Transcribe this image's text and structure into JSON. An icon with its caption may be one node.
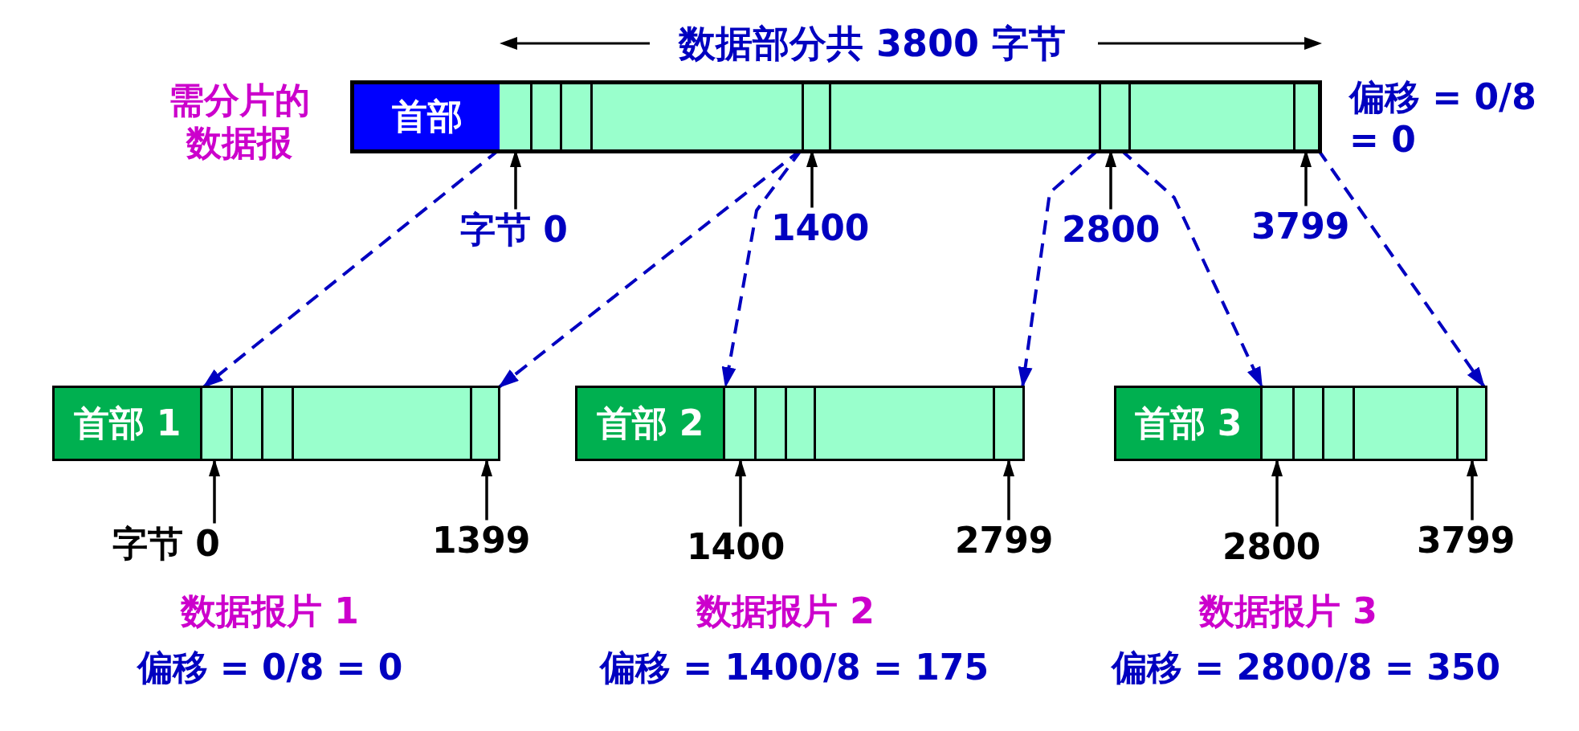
{
  "diagram": {
    "nodes": [
      {
        "text": [],
        "shape": "box",
        "beside": [
          "需分片的数据报",
          "偏移 = 0/8 = 0"
        ]
      },
      {
        "text": [
          "首部"
        ],
        "in": 0
      },
      {
        "text": [],
        "shape": "box",
        "in": 0
      },
      {
        "text": [],
        "shape": "box",
        "in": 0
      },
      {
        "text": [],
        "shape": "box",
        "in": 0
      },
      {
        "text": [
          "字节 0"
        ]
      },
      {
        "text": [
          "1400"
        ]
      },
      {
        "text": [
          "2800"
        ]
      },
      {
        "text": [
          "3799"
        ]
      },
      {
        "text": [],
        "shape": "box",
        "beside": [
          "数据报片 1",
          "偏移 = 0/8 = 0"
        ]
      },
      {
        "text": [
          "首部 1"
        ],
        "in": 9
      },
      {
        "text": [],
        "shape": "box",
        "in": 9
      },
      {
        "text": [],
        "shape": "box",
        "beside": [
          "数据报片 2",
          "偏移 = 1400/8 = 175"
        ]
      },
      {
        "text": [
          "首部 2"
        ],
        "in": 12
      },
      {
        "text": [],
        "shape": "box",
        "in": 12
      },
      {
        "text": [],
        "shape": "box",
        "beside": [
          "数据报片 3",
          "偏移 = 2800/8 = 350"
        ]
      },
      {
        "text": [
          "首部 3"
        ],
        "in": 15
      },
      {
        "text": [],
        "shape": "box",
        "in": 15
      },
      {
        "text": [
          "字节 0"
        ]
      },
      {
        "text": [
          "1399"
        ]
      },
      {
        "text": [
          "1400"
        ]
      },
      {
        "text": [
          "2799"
        ]
      },
      {
        "text": [
          "2800"
        ]
      },
      {
        "text": [
          "3799"
        ]
      }
    ],
    "edges": [
      {
        "from": 2,
        "to": 11,
        "arrow": "to",
        "style": "dashed",
        "color": "#0000c0"
      },
      {
        "from": 2,
        "to": 11,
        "arrow": "to",
        "style": "dashed",
        "color": "#0000c0"
      },
      {
        "from": 3,
        "to": 14,
        "arrow": "to",
        "style": "dashed",
        "color": "#0000c0"
      },
      {
        "from": 3,
        "to": 14,
        "arrow": "to",
        "style": "dashed",
        "color": "#0000c0"
      },
      {
        "from": 4,
        "to": 17,
        "arrow": "to",
        "style": "dashed",
        "color": "#0000c0"
      },
      {
        "from": 4,
        "to": 17,
        "arrow": "to",
        "style": "dashed",
        "color": "#0000c0"
      },
      {
        "from": 5,
        "to": 2,
        "arrow": "to"
      },
      {
        "from": 6,
        "to": 3,
        "arrow": "to"
      },
      {
        "from": 7,
        "to": 4,
        "arrow": "to"
      },
      {
        "from": 8,
        "to": 4,
        "arrow": "to"
      },
      {
        "from": 18,
        "to": 11,
        "arrow": "to"
      },
      {
        "from": 19,
        "to": 11,
        "arrow": "to"
      },
      {
        "from": 20,
        "to": 14,
        "arrow": "to"
      },
      {
        "from": 21,
        "to": 14,
        "arrow": "to"
      },
      {
        "from": 22,
        "to": 17,
        "arrow": "to"
      },
      {
        "from": 23,
        "to": 17,
        "arrow": "to"
      }
    ],
    "labels": [
      "数据部分共 3800 字节"
    ]
  }
}
